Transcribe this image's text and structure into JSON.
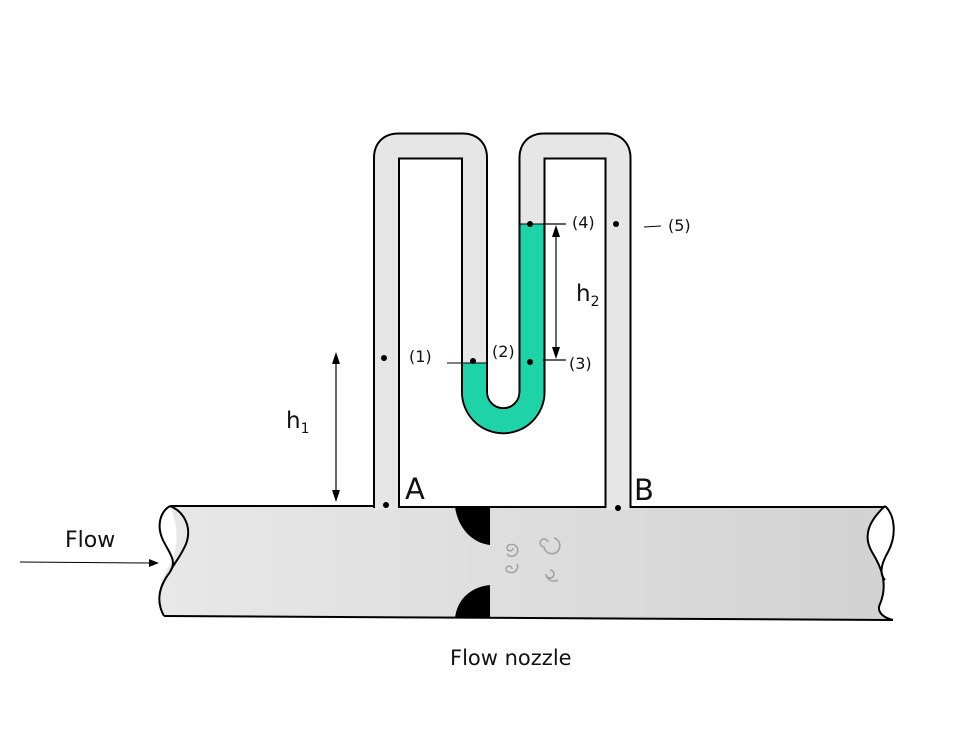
{
  "labels": {
    "flow": "Flow",
    "nozzle": "Flow nozzle",
    "tap_a": "A",
    "tap_b": "B",
    "h1_base": "h",
    "h1_sub": "1",
    "h2_base": "h",
    "h2_sub": "2",
    "p1": "(1)",
    "p2": "(2)",
    "p3": "(3)",
    "p4": "(4)",
    "p5": "(5)"
  },
  "colors": {
    "manometer_fluid": "#1dd3a7",
    "tube_fill": "#e6e6e6",
    "nozzle": "#000000",
    "eddy": "#a0a0a0"
  }
}
